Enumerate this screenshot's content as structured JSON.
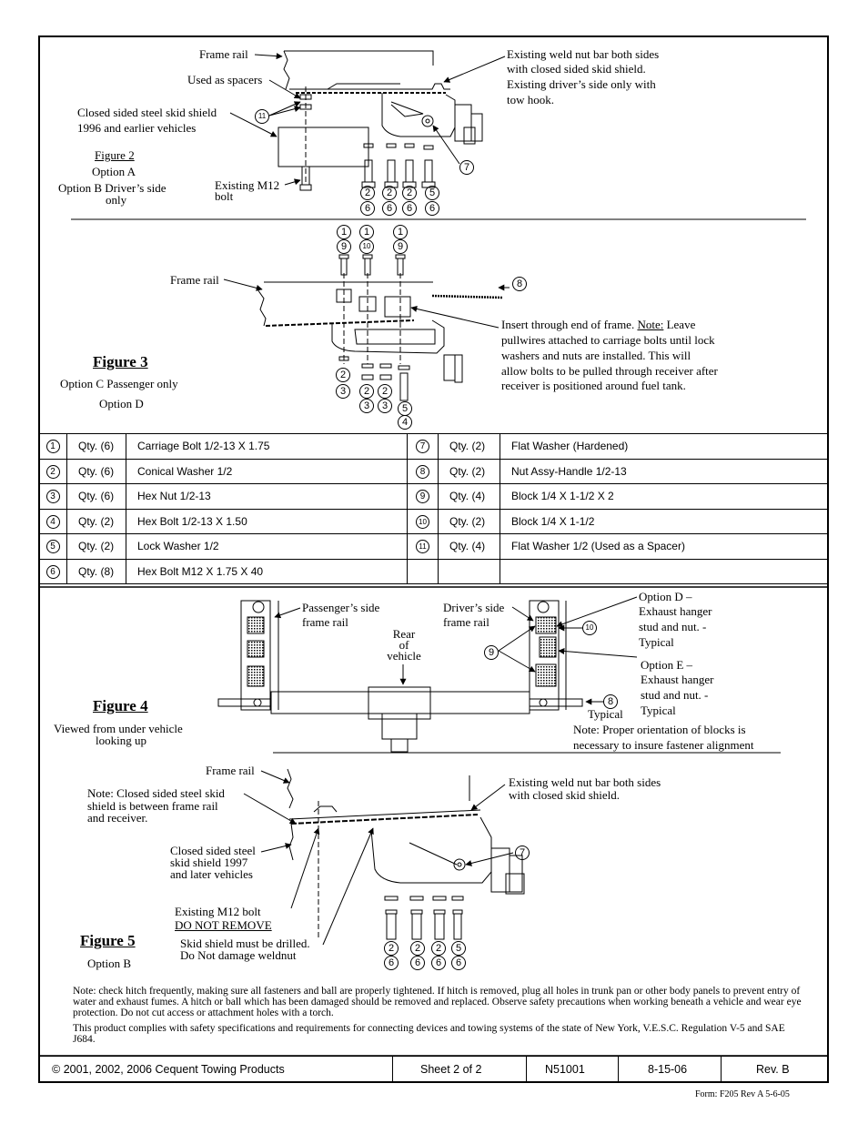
{
  "fig2": {
    "frame_rail": "Frame rail",
    "spacers": "Used as spacers",
    "skid1": "Closed sided steel skid shield",
    "skid2": "1996 and earlier vehicles",
    "caption": "Figure 2",
    "opt_a": "Option A",
    "opt_b1": "Option B Driver’s side",
    "opt_b2": "only",
    "m12_1": "Existing M12",
    "m12_2": "bolt",
    "weld1": "Existing  weld nut bar both sides",
    "weld2": "with closed sided skid shield.",
    "weld3": "Existing driver’s side only with",
    "weld4": "tow hook."
  },
  "fig3": {
    "frame_rail": "Frame rail",
    "caption": "Figure 3",
    "opt_c": "Option C Passenger only",
    "opt_d": "Option D",
    "insert1": "Insert through end of frame.",
    "note_label": "Note:",
    "insert1b": "Leave",
    "insert2": "pullwires attached to carriage bolts until lock",
    "insert3": "washers and nuts are installed.  This will",
    "insert4": "allow bolts to be pulled through receiver after",
    "insert5": "receiver is positioned around fuel tank."
  },
  "parts": [
    {
      "n": "1",
      "qty": "Qty. (6)",
      "desc": "Carriage Bolt 1/2-13 X 1.75",
      "n2": "7",
      "qty2": "Qty. (2)",
      "desc2": "Flat Washer (Hardened)"
    },
    {
      "n": "2",
      "qty": "Qty. (6)",
      "desc": "Conical Washer 1/2",
      "n2": "8",
      "qty2": "Qty. (2)",
      "desc2": "Nut Assy-Handle 1/2-13"
    },
    {
      "n": "3",
      "qty": "Qty. (6)",
      "desc": "Hex Nut 1/2-13",
      "n2": "9",
      "qty2": "Qty. (4)",
      "desc2": "Block 1/4 X 1-1/2 X 2"
    },
    {
      "n": "4",
      "qty": "Qty. (2)",
      "desc": "Hex Bolt 1/2-13 X 1.50",
      "n2": "10",
      "qty2": "Qty. (2)",
      "desc2": "Block 1/4 X 1-1/2"
    },
    {
      "n": "5",
      "qty": "Qty. (2)",
      "desc": "Lock Washer 1/2",
      "n2": "11",
      "qty2": "Qty. (4)",
      "desc2": "Flat Washer 1/2  (Used as a Spacer)"
    },
    {
      "n": "6",
      "qty": "Qty. (8)",
      "desc": "Hex Bolt M12 X 1.75 X 40",
      "n2": "",
      "qty2": "",
      "desc2": ""
    }
  ],
  "fig4": {
    "pass1": "Passenger’s side",
    "pass2": "frame rail",
    "rear1": "Rear",
    "rear2": "of",
    "rear3": "vehicle",
    "drv1": "Driver’s side",
    "drv2": "frame rail",
    "optd1": "Option D –",
    "optd2": "Exhaust hanger",
    "optd3": "stud and nut. -",
    "optd4": "Typical",
    "opte1": "Option E –",
    "opte2": "Exhaust hanger",
    "opte3": "stud and nut. -",
    "opte4": "Typical",
    "typical": "Typical",
    "caption": "Figure 4",
    "viewed1": "Viewed from under vehicle",
    "viewed2": "looking up",
    "note1": "Note:  Proper orientation of blocks is",
    "note2": "necessary to insure fastener alignment"
  },
  "fig5": {
    "frame_rail": "Frame rail",
    "note1": "Note:  Closed sided steel skid",
    "note2": "shield is between frame rail",
    "note3": "and receiver.",
    "weld1": "Existing weld nut bar both sides",
    "weld2": "with closed skid shield.",
    "skid1": "Closed sided steel",
    "skid2": "skid shield 1997",
    "skid3": "and later vehicles",
    "m12": "Existing M12 bolt",
    "dnr": "DO NOT REMOVE",
    "drill1": "Skid shield must be drilled.",
    "drill2": "Do Not damage weldnut",
    "caption": "Figure 5",
    "opt_b": "Option B"
  },
  "notes": {
    "p1": "Note: check hitch frequently, making sure all fasteners and ball are properly tightened.  If hitch is removed, plug all holes in trunk pan or other body panels to prevent entry of water and exhaust fumes.  A hitch or ball which has been damaged should be removed and replaced.  Observe safety precautions when working beneath a vehicle and wear eye protection.  Do not cut access or attachment holes with a torch.",
    "p2": "This product complies with safety specifications and requirements for connecting devices and towing systems of the state of New York, V.E.S.C. Regulation V-5 and SAE J684."
  },
  "footer": {
    "copyright_symbol": "©",
    "copyright": " 2001, 2002, 2006 Cequent Towing Products",
    "sheet": "Sheet 2 of 2",
    "part": "N51001",
    "date": "8-15-06",
    "rev": "Rev. B"
  },
  "form": "Form: F205 Rev A  5-6-05",
  "callouts": {
    "c1": "1",
    "c2": "2",
    "c3": "3",
    "c4": "4",
    "c5": "5",
    "c6": "6",
    "c7": "7",
    "c8": "8",
    "c9": "9",
    "c10": "10",
    "c11": "11"
  }
}
